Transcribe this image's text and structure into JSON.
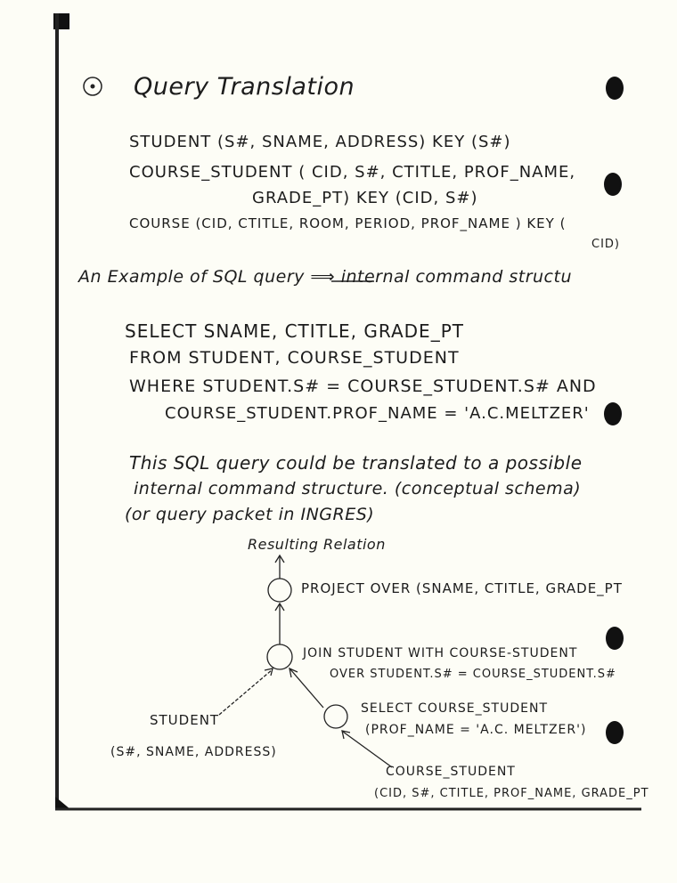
{
  "title": "Query Translation",
  "schema": {
    "student": "STUDENT (S#, SNAME, ADDRESS)  KEY (S#)",
    "course_student_1": "COURSE_STUDENT ( CID, S#, CTITLE, PROF_NAME,",
    "course_student_2": "GRADE_PT)  KEY (CID, S#)",
    "course_1": "COURSE (CID, CTITLE, ROOM, PERIOD, PROF_NAME ) KEY (",
    "course_2": "CID)"
  },
  "example_heading": "An Example of SQL query ⟹ internal command structu",
  "sql": {
    "select": "SELECT  SNAME, CTITLE, GRADE_PT",
    "from": "FROM    STUDENT, COURSE_STUDENT",
    "where": "WHERE  STUDENT.S# = COURSE_STUDENT.S# AND",
    "where_2": "COURSE_STUDENT.PROF_NAME = 'A.C.MELTZER'"
  },
  "explanation": [
    "This SQL query could be translated to a possible",
    "internal command structure. (conceptual schema)",
    "(or query packet in INGRES)"
  ],
  "tree": {
    "result": "Resulting Relation",
    "project": "PROJECT OVER (SNAME, CTITLE, GRADE_PT",
    "join_1": "JOIN STUDENT WITH COURSE-STUDENT",
    "join_2": "OVER STUDENT.S# = COURSE_STUDENT.S#",
    "select_1": "SELECT COURSE_STUDENT",
    "select_2": "(PROF_NAME = 'A.C. MELTZER')",
    "student_1": "STUDENT",
    "student_2": "(S#, SNAME, ADDRESS)",
    "cs_1": "COURSE_STUDENT",
    "cs_2": "(CID, S#, CTITLE, PROF_NAME, GRADE_PT"
  }
}
